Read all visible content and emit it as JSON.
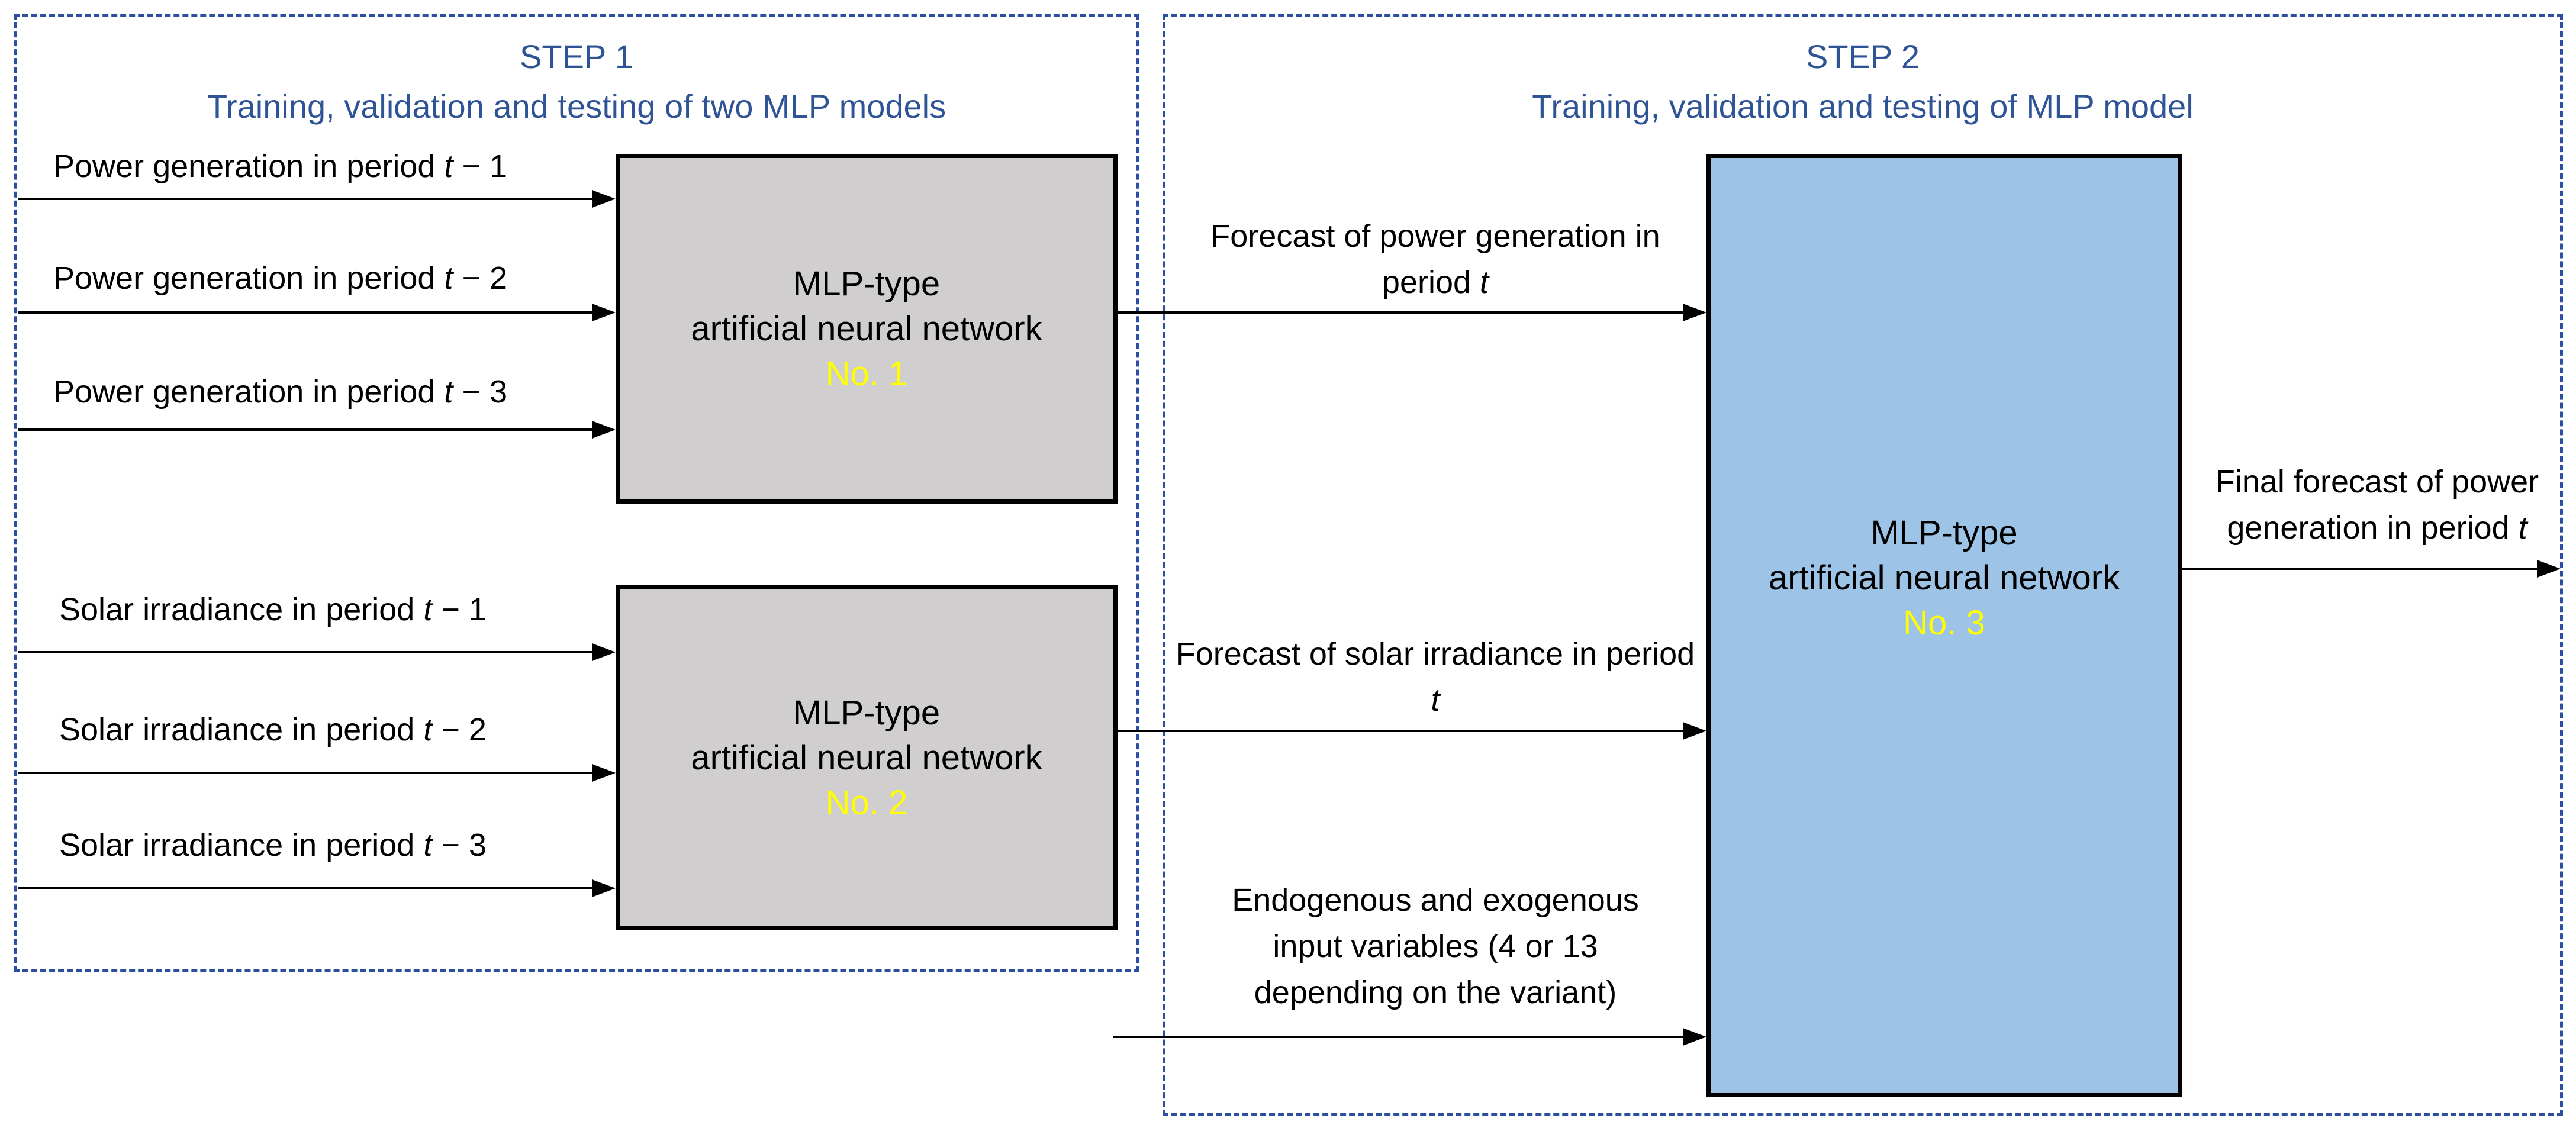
{
  "colors": {
    "frame_blue": "#2B4EA2",
    "title_blue": "#2F5496",
    "box_gray": "#D0CECE",
    "box_blue": "#9DC3E6",
    "number_yellow": "#FFFF00"
  },
  "step1": {
    "title": "STEP 1",
    "subtitle": "Training, validation and testing of two MLP models",
    "inputs_power": [
      {
        "prefix": "Power generation in period ",
        "var": "t",
        "suffix": " − 1"
      },
      {
        "prefix": "Power generation in period ",
        "var": "t",
        "suffix": " − 2"
      },
      {
        "prefix": "Power generation in period ",
        "var": "t",
        "suffix": " − 3"
      }
    ],
    "inputs_solar": [
      {
        "prefix": "Solar irradiance in period ",
        "var": "t",
        "suffix": " − 1"
      },
      {
        "prefix": "Solar irradiance in period ",
        "var": "t",
        "suffix": " − 2"
      },
      {
        "prefix": "Solar irradiance in period ",
        "var": "t",
        "suffix": " − 3"
      }
    ],
    "mlp1": {
      "line1": "MLP-type",
      "line2": "artificial neural network",
      "number": "No. 1"
    },
    "mlp2": {
      "line1": "MLP-type",
      "line2": "artificial neural network",
      "number": "No. 2"
    }
  },
  "step2": {
    "title": "STEP 2",
    "subtitle": "Training, validation and testing of MLP model",
    "mlp3": {
      "line1": "MLP-type",
      "line2": "artificial neural network",
      "number": "No. 3"
    },
    "forecast_power": {
      "prefix": "Forecast of power generation in period ",
      "var": "t",
      "suffix": ""
    },
    "forecast_solar": {
      "prefix": "Forecast of solar irradiance in period ",
      "var": "t",
      "suffix": ""
    },
    "extra_inputs": "Endogenous and exogenous input variables (4 or 13 depending on the variant)",
    "final_output": {
      "prefix": "Final forecast of power generation in period ",
      "var": "t",
      "suffix": ""
    }
  }
}
